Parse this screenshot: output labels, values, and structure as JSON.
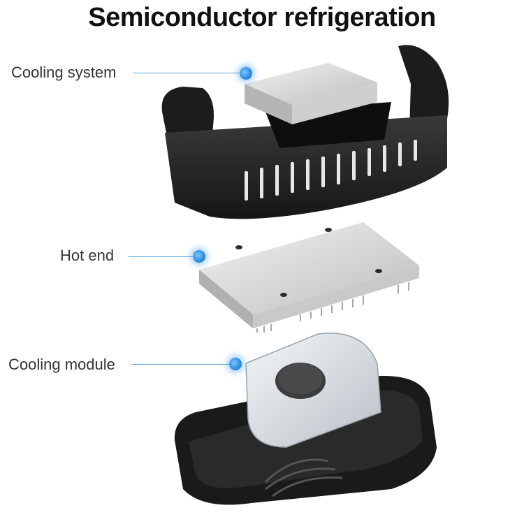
{
  "title": "Semiconductor refrigeration",
  "callouts": {
    "cooling_system": "Cooling system",
    "hot_end": "Hot end",
    "cooling_module": "Cooling module"
  },
  "colors": {
    "accent": "#2f8fe0",
    "plastic": "#1f1f1f",
    "aluminum": "#d9d9d9"
  }
}
